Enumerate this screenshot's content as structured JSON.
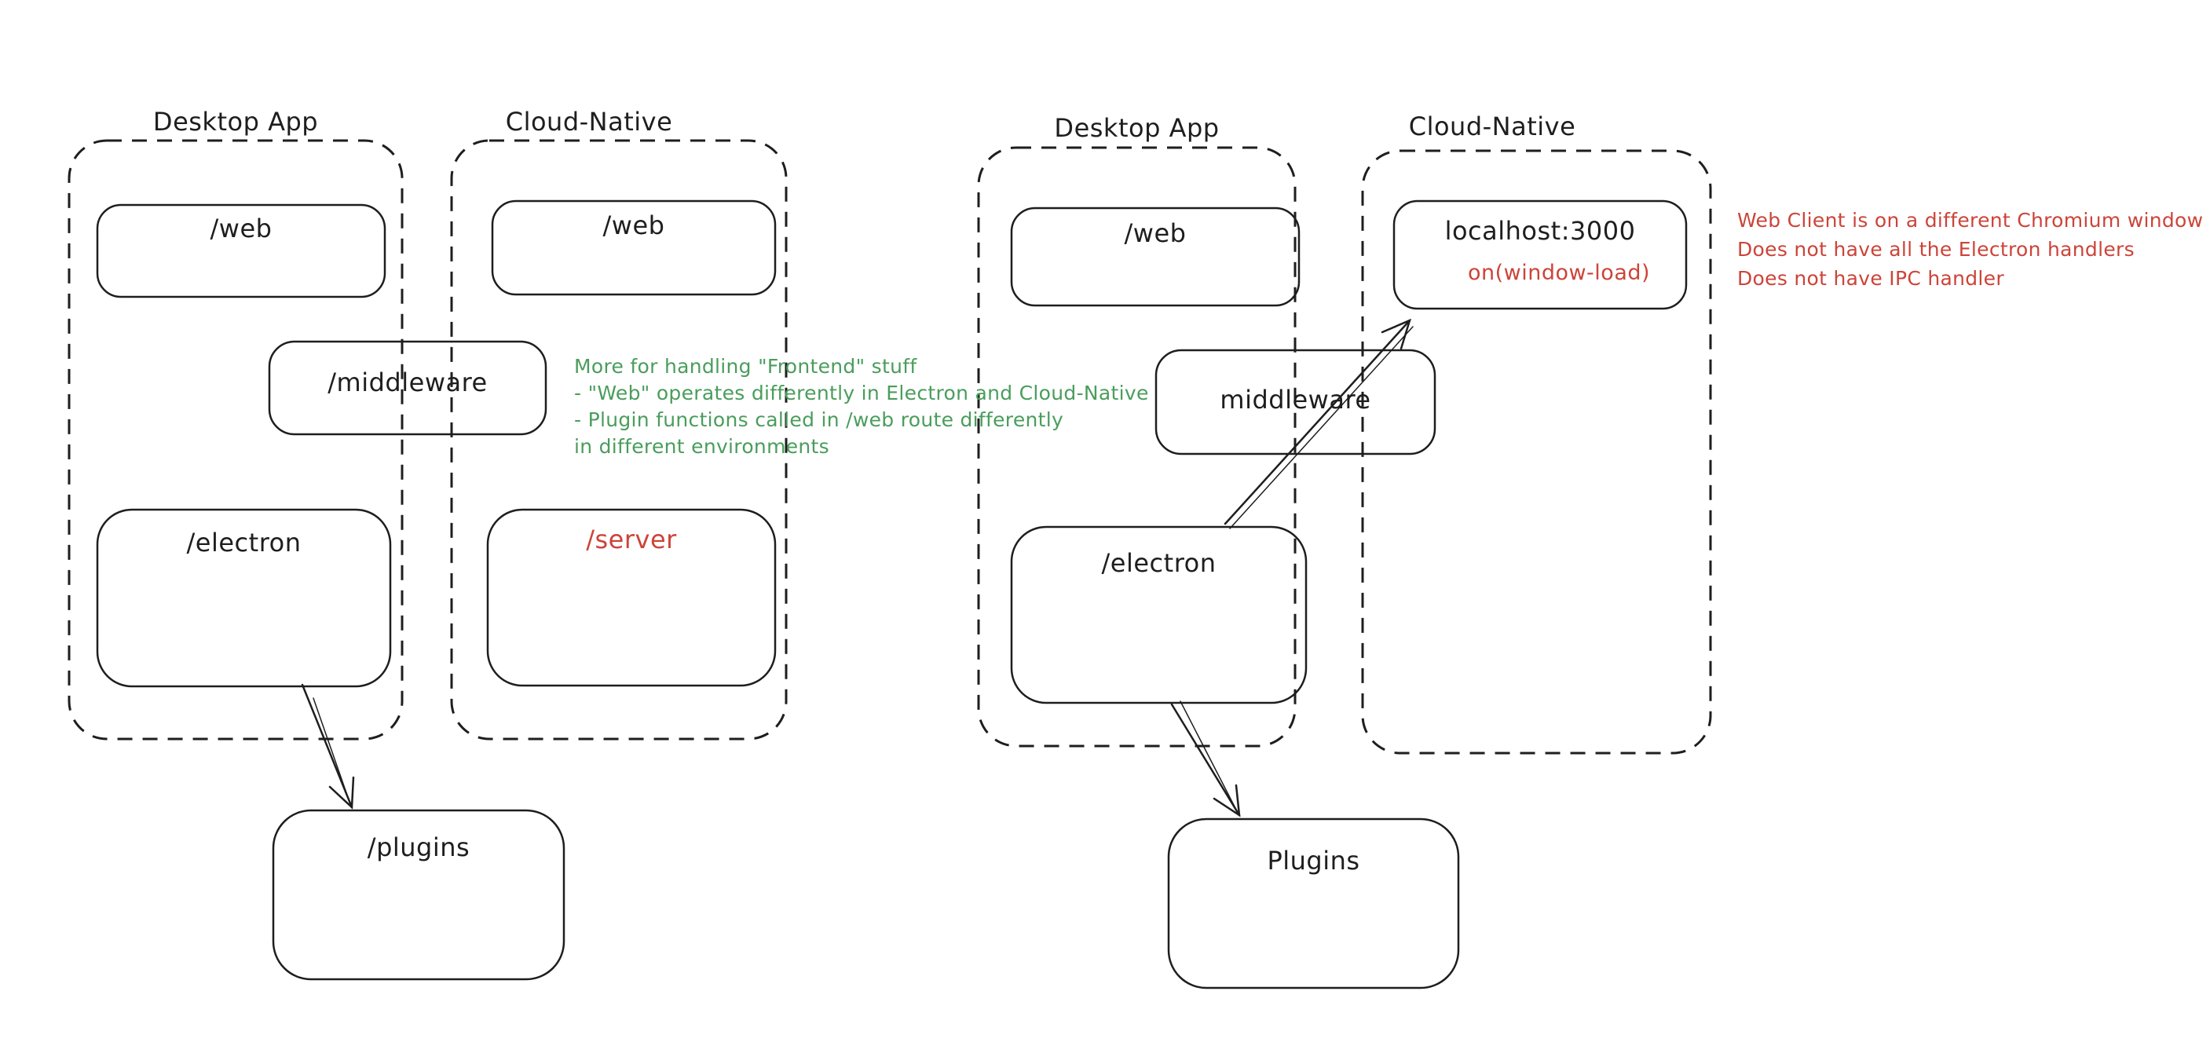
{
  "palette": {
    "background": "#ffffff",
    "stroke": "#1e1e1e",
    "note_green": "#4a9d5c",
    "note_red": "#cc4439"
  },
  "left_diagram": {
    "desktop_container_label": "Desktop App",
    "cloud_container_label": "Cloud-Native",
    "web_desktop_label": "/web",
    "web_cloud_label": "/web",
    "middleware_label": "/middleware",
    "electron_label": "/electron",
    "server_label": "/server",
    "plugins_label": "/plugins",
    "green_note_lines": [
      "More for handling \"Frontend\" stuff",
      "- \"Web\" operates differently in Electron and Cloud-Native",
      "- Plugin functions called in /web route differently",
      "in different environments"
    ]
  },
  "right_diagram": {
    "desktop_container_label": "Desktop App",
    "cloud_container_label": "Cloud-Native",
    "web_label": "/web",
    "localhost_label": "localhost:3000",
    "window_load_label": "on(window-load)",
    "middleware_label": "middleware",
    "electron_label": "/electron",
    "plugins_label": "Plugins",
    "red_note_lines": [
      "Web Client is on a different Chromium window",
      "Does not have all the Electron handlers",
      "Does not have IPC handler"
    ]
  }
}
